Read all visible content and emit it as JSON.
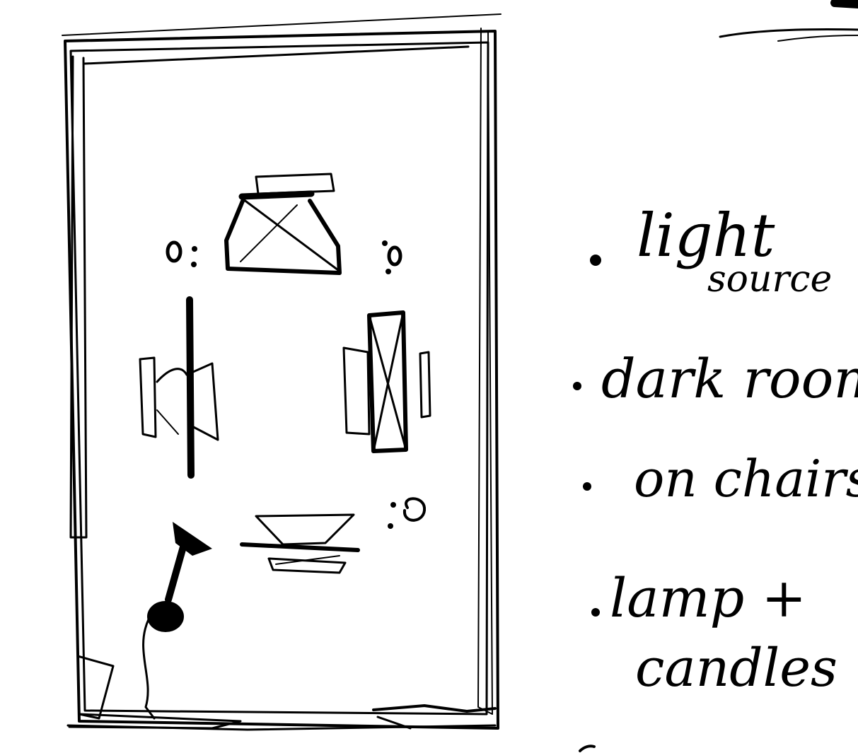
{
  "sketch": {
    "ink_color": "#000000",
    "paper_color": "#ffffff",
    "notes": [
      {
        "word": "light",
        "subword": "source"
      },
      {
        "word": "dark room"
      },
      {
        "word": "on chairs"
      },
      {
        "word": "lamp +",
        "subword": "candles"
      }
    ]
  }
}
